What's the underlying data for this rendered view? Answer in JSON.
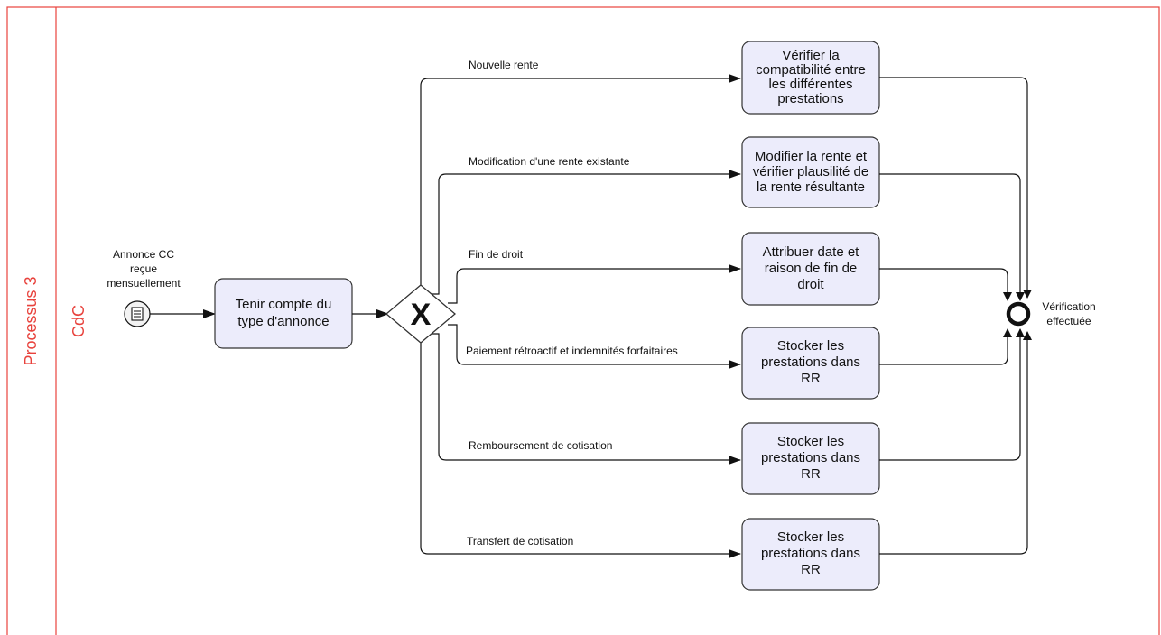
{
  "pool": {
    "title": "Processus 3"
  },
  "lane": {
    "title": "CdC"
  },
  "start_event": {
    "label_lines": [
      "Annonce CC",
      "reçue",
      "mensuellement"
    ]
  },
  "first_task": {
    "lines": [
      "Tenir compte du",
      "type d'annonce"
    ]
  },
  "gateway": {
    "symbol": "X"
  },
  "branches": [
    {
      "label": "Nouvelle rente",
      "task_lines": [
        "Vérifier la",
        "compatibilité entre",
        "les différentes",
        "prestations"
      ]
    },
    {
      "label": "Modification d'une rente existante",
      "task_lines": [
        "Modifier la rente et",
        "vérifier plausilité de",
        "la rente résultante"
      ]
    },
    {
      "label": "Fin de droit",
      "task_lines": [
        "Attribuer date et",
        "raison de fin de",
        "droit"
      ]
    },
    {
      "label": "Paiement rétroactif et indemnités forfaitaires",
      "task_lines": [
        "Stocker les",
        "prestations dans",
        "RR"
      ]
    },
    {
      "label": "Remboursement de cotisation",
      "task_lines": [
        "Stocker les",
        "prestations dans",
        "RR"
      ]
    },
    {
      "label": "Transfert de cotisation",
      "task_lines": [
        "Stocker les",
        "prestations dans",
        "RR"
      ]
    }
  ],
  "end_event": {
    "label_lines": [
      "Vérification",
      "effectuée"
    ]
  },
  "colors": {
    "lane_border": "#e8423c",
    "task_fill": "#ececfb",
    "task_stroke": "#333333",
    "line": "#111111"
  }
}
